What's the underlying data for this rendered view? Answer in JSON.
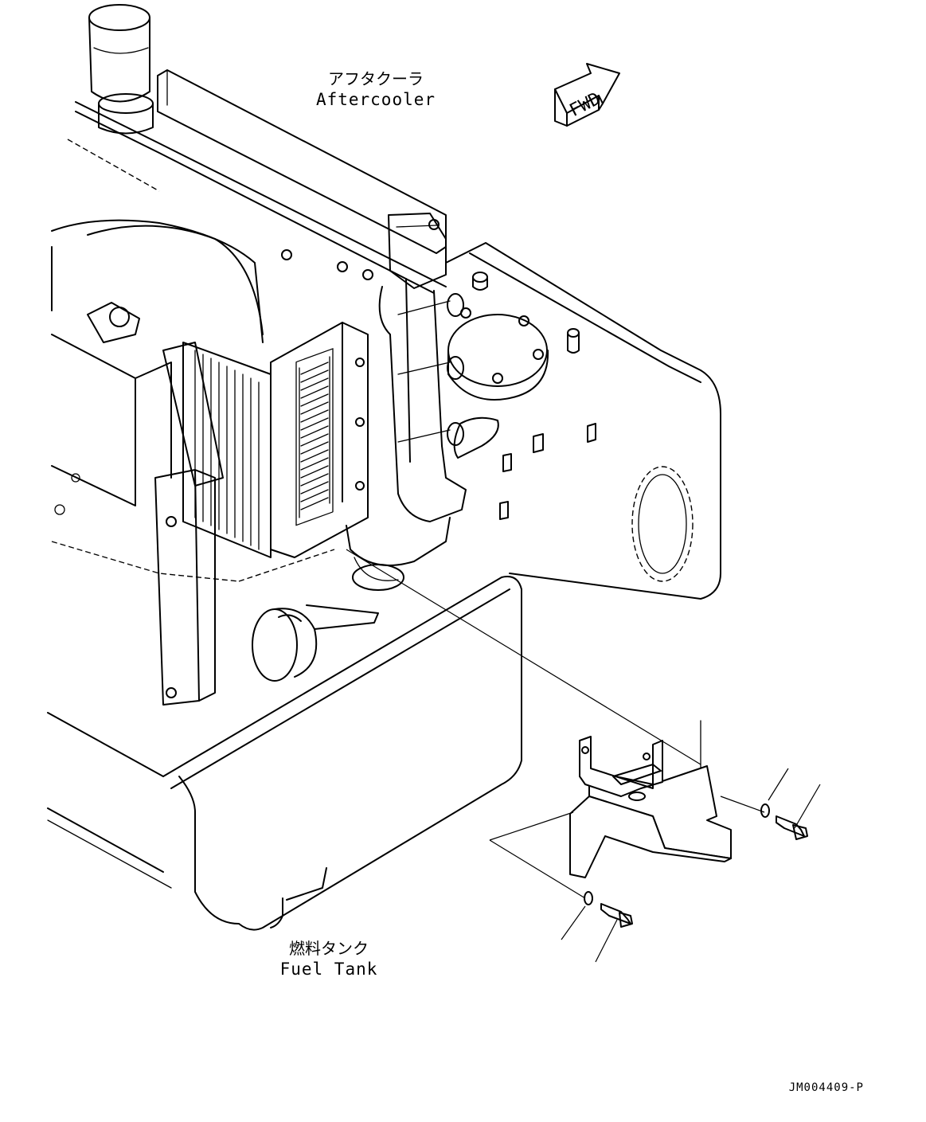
{
  "labels": {
    "aftercooler_jp": "アフタクーラ",
    "aftercooler_en": "Aftercooler",
    "fuel_tank_jp": "燃料タンク",
    "fuel_tank_en": "Fuel Tank",
    "fwd": "FWD",
    "drawing_id": "JM004409-P"
  }
}
